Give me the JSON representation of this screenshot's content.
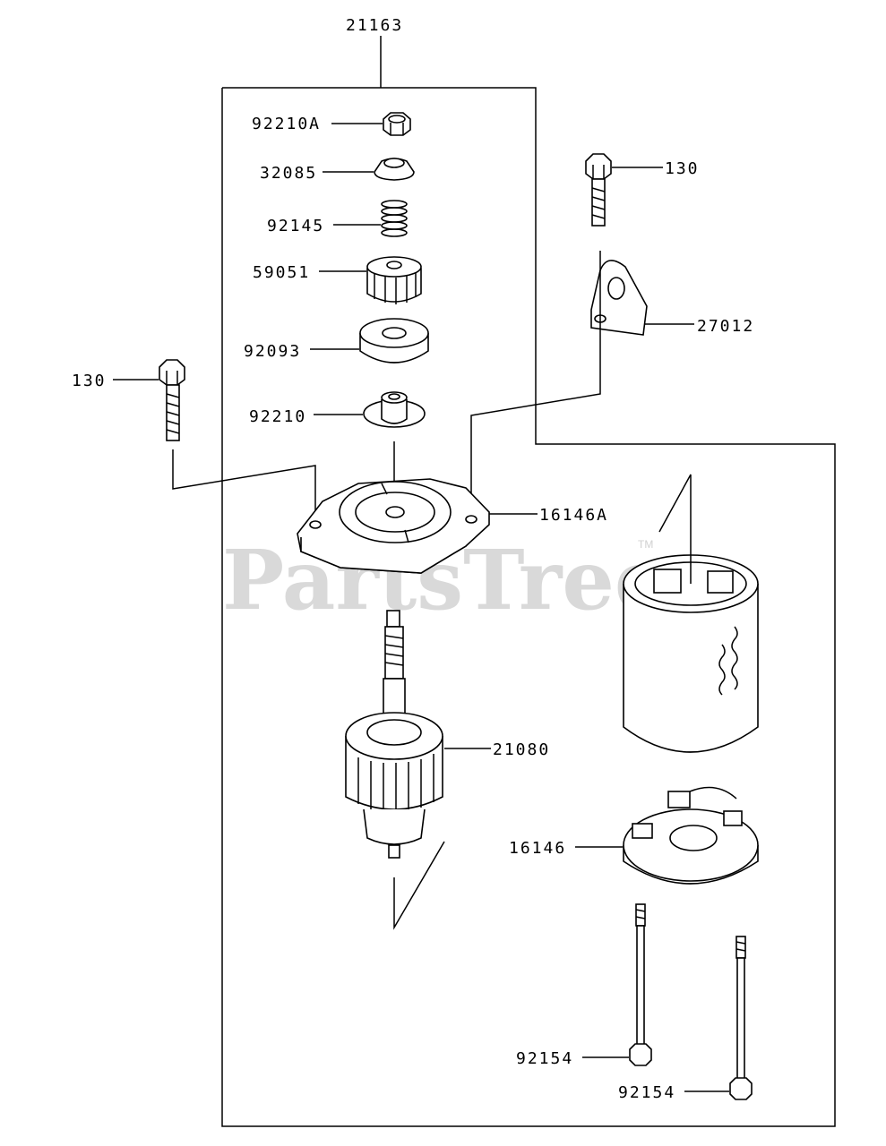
{
  "diagram": {
    "watermark": "PartsTree",
    "watermark_mark": "TM",
    "assembly_label": "21163",
    "parts": [
      {
        "id": "nut",
        "label": "92210A"
      },
      {
        "id": "cap",
        "label": "32085"
      },
      {
        "id": "spring",
        "label": "92145"
      },
      {
        "id": "pinion",
        "label": "59051"
      },
      {
        "id": "washer",
        "label": "92093"
      },
      {
        "id": "clutch",
        "label": "92210"
      },
      {
        "id": "bolt-left",
        "label": "130"
      },
      {
        "id": "bolt-right",
        "label": "130"
      },
      {
        "id": "bracket",
        "label": "27012"
      },
      {
        "id": "end-cover-top",
        "label": "16146A"
      },
      {
        "id": "armature",
        "label": "21080"
      },
      {
        "id": "brush-holder",
        "label": "16146"
      },
      {
        "id": "through-bolt-1",
        "label": "92154"
      },
      {
        "id": "through-bolt-2",
        "label": "92154"
      }
    ]
  }
}
